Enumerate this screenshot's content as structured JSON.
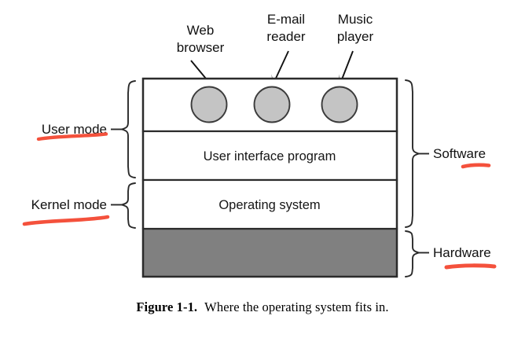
{
  "figure": {
    "caption_label": "Figure 1-1.",
    "caption_text": "Where the operating system fits in."
  },
  "colors": {
    "hardware_band": "#808080",
    "app_circle": "#c4c4c4",
    "outline": "#2b2b2b",
    "highlight_red": "#f4513c",
    "text": "#111111",
    "background": "#ffffff"
  },
  "callouts": [
    {
      "line1": "Web",
      "line2": "browser",
      "target": "app-circle-1"
    },
    {
      "line1": "E-mail",
      "line2": "reader",
      "target": "app-circle-2"
    },
    {
      "line1": "Music",
      "line2": "player",
      "target": "app-circle-3"
    }
  ],
  "layers": [
    {
      "id": "applications",
      "label": "",
      "fill": "#ffffff",
      "kind": "apps"
    },
    {
      "id": "user-interface-program",
      "label": "User interface program",
      "fill": "#ffffff",
      "kind": "text"
    },
    {
      "id": "operating-system",
      "label": "Operating system",
      "fill": "#ffffff",
      "kind": "text"
    },
    {
      "id": "hardware",
      "label": "",
      "fill": "#808080",
      "kind": "solid"
    }
  ],
  "left_brackets": [
    {
      "id": "user-mode",
      "label": "User mode",
      "spans": [
        "applications",
        "user-interface-program"
      ],
      "highlighted": true
    },
    {
      "id": "kernel-mode",
      "label": "Kernel mode",
      "spans": [
        "operating-system"
      ],
      "highlighted": true
    }
  ],
  "right_brackets": [
    {
      "id": "software",
      "label": "Software",
      "spans": [
        "applications",
        "user-interface-program",
        "operating-system"
      ],
      "highlighted": true
    },
    {
      "id": "hardware",
      "label": "Hardware",
      "spans": [
        "hardware"
      ],
      "highlighted": true
    }
  ],
  "app_circles": [
    {
      "id": "app-circle-1",
      "name": "Web browser"
    },
    {
      "id": "app-circle-2",
      "name": "E-mail reader"
    },
    {
      "id": "app-circle-3",
      "name": "Music player"
    }
  ]
}
